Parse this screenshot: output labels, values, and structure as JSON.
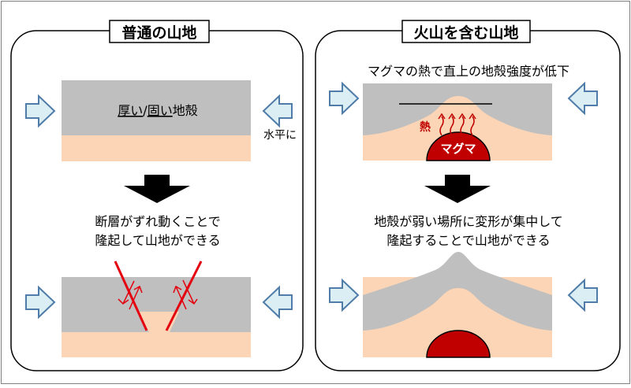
{
  "left_panel": {
    "title": "普通の山地",
    "top_label_part1": "厚い",
    "top_label_sep": "/",
    "top_label_part2": "固い",
    "top_label_part3": "地殻",
    "side_note": "水平に",
    "caption_line1": "断層がずれ動くことで",
    "caption_line2": "隆起して山地ができる"
  },
  "right_panel": {
    "title": "火山を含む山地",
    "top_caption": "マグマの熱で直上の地殻強度が低下",
    "heat_label": "熱",
    "magma_label": "マグマ",
    "caption_line1": "地殻が弱い場所に変形が集中して",
    "caption_line2": "隆起することで山地ができる"
  },
  "colors": {
    "crust": "#bfbfbf",
    "lower_layer": "#fbd5b5",
    "magma": "#c00000",
    "arrow_fill": "#dbeef4",
    "arrow_stroke": "#4f7ca8",
    "fault": "#e4000f"
  }
}
